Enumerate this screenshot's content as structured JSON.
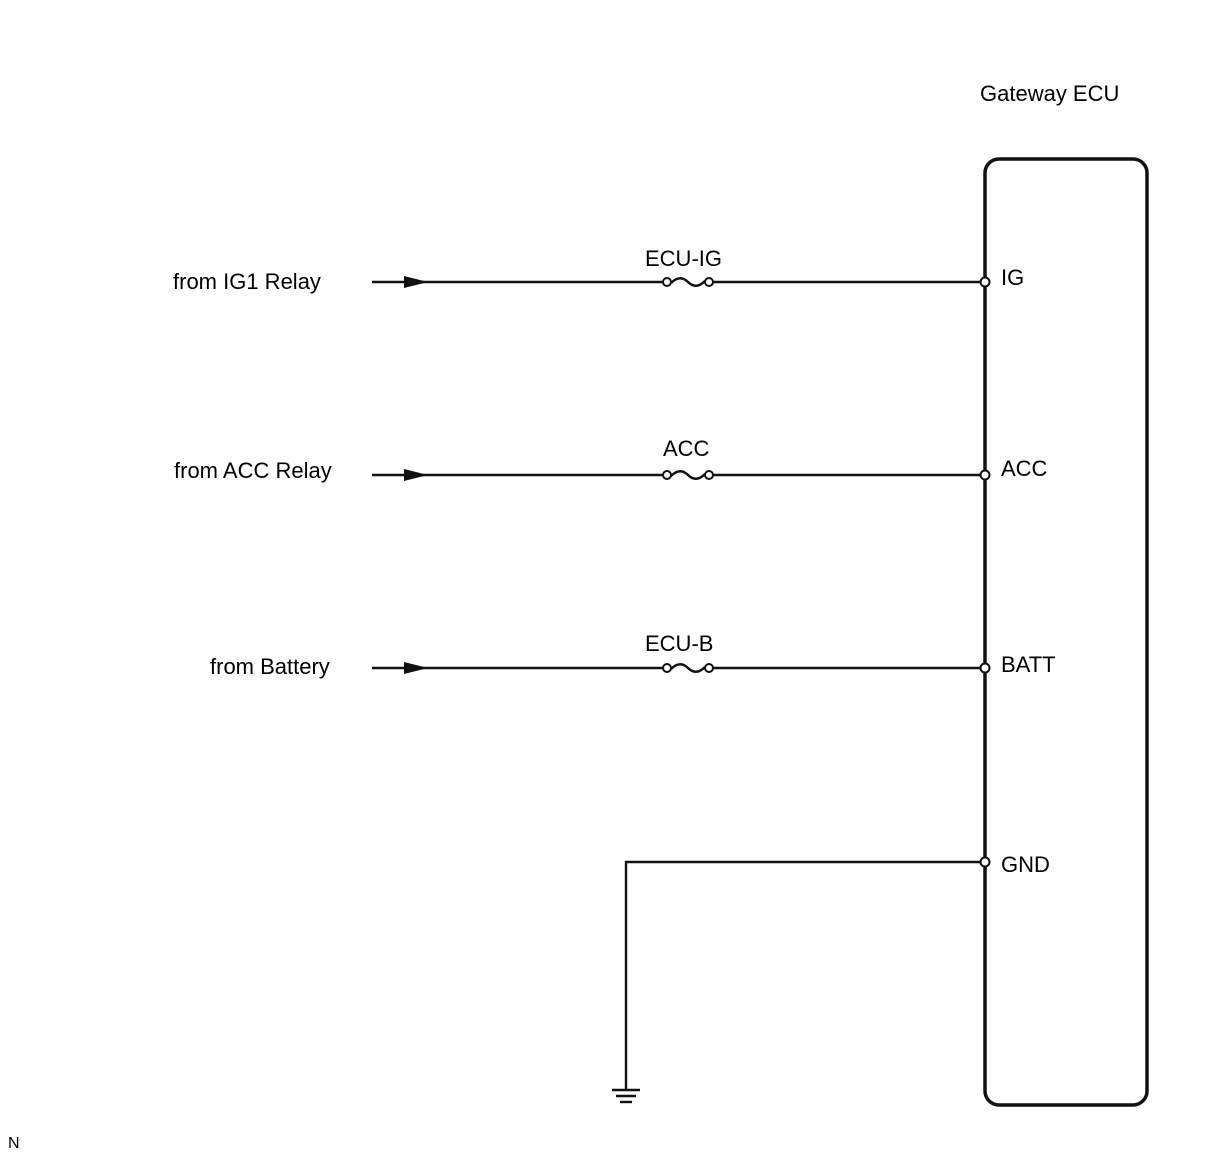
{
  "ecu": {
    "title": "Gateway ECU"
  },
  "circuits": [
    {
      "source": "from IG1 Relay",
      "fuse": "ECU-IG",
      "terminal": "IG"
    },
    {
      "source": "from ACC Relay",
      "fuse": "ACC",
      "terminal": "ACC"
    },
    {
      "source": "from Battery",
      "fuse": "ECU-B",
      "terminal": "BATT"
    }
  ],
  "ground": {
    "terminal": "GND"
  },
  "corner_mark": "N",
  "colors": {
    "line": "#111111",
    "background": "#ffffff"
  }
}
